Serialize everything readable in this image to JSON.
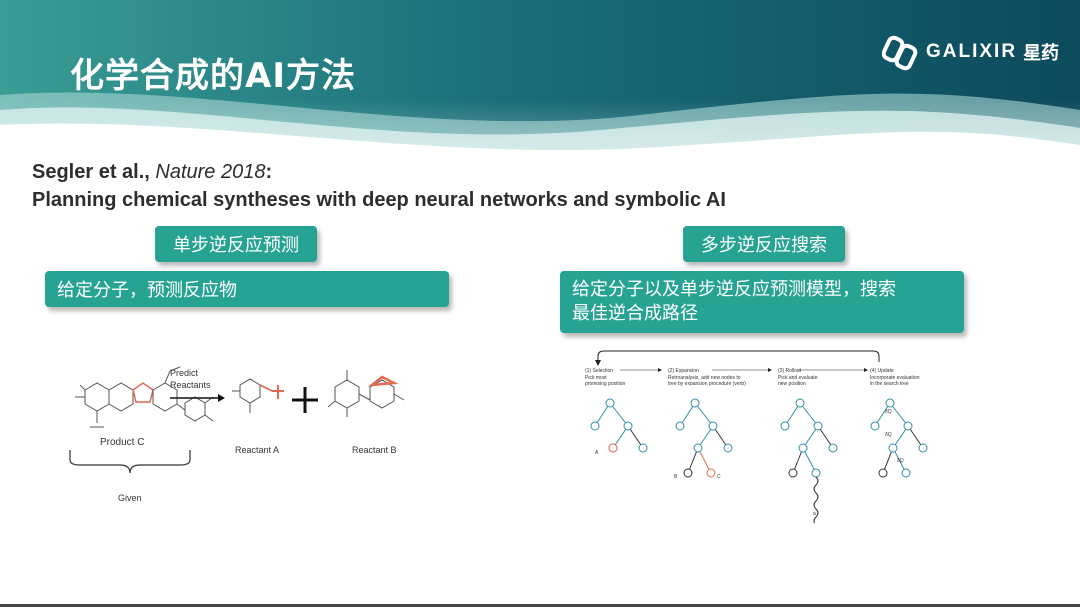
{
  "slide": {
    "title": "化学合成的AI方法",
    "logo": {
      "text": "GALIXIR",
      "cn": "星药"
    },
    "citation": {
      "authors": "Segler et al., ",
      "journal": "Nature 2018",
      "colon": ":",
      "paper_title": "Planning chemical syntheses with deep neural networks and symbolic AI"
    },
    "left": {
      "heading": "单步逆反应预测",
      "description": "给定分子，预测反应物",
      "figure": {
        "arrow_label_1": "Predict",
        "arrow_label_2": "Reactants",
        "product": "Product C",
        "reactant_a": "Reactant A",
        "reactant_b": "Reactant B",
        "given": "Given"
      }
    },
    "right": {
      "heading": "多步逆反应搜索",
      "description_1": "给定分子以及单步逆反应预测模型，搜索",
      "description_2": "最佳逆合成路径",
      "mcts": {
        "step1_title": "(1) Selection",
        "step1_desc_1": "Pick most",
        "step1_desc_2": "promising position",
        "step2_title": "(2) Expansion",
        "step2_desc_1": "Retroanalysis, add new nodes to",
        "step2_desc_2": "tree by expansion procedure (verb)",
        "step3_title": "(3) Rollout",
        "step3_desc_1": "Pick and evaluate",
        "step3_desc_2": "new position",
        "step4_title": "(4) Update",
        "step4_desc_1": "Incorporate evaluation",
        "step4_desc_2": "in the search tree",
        "label_a": "A",
        "label_b": "B",
        "label_c": "C",
        "label_rollout": "a",
        "label_update": "δQ"
      }
    }
  },
  "colors": {
    "teal": "#27a394",
    "banner_dark": "#0f5d6b",
    "highlight": "#e06a4f",
    "tree_line": "#2f8fa8"
  }
}
